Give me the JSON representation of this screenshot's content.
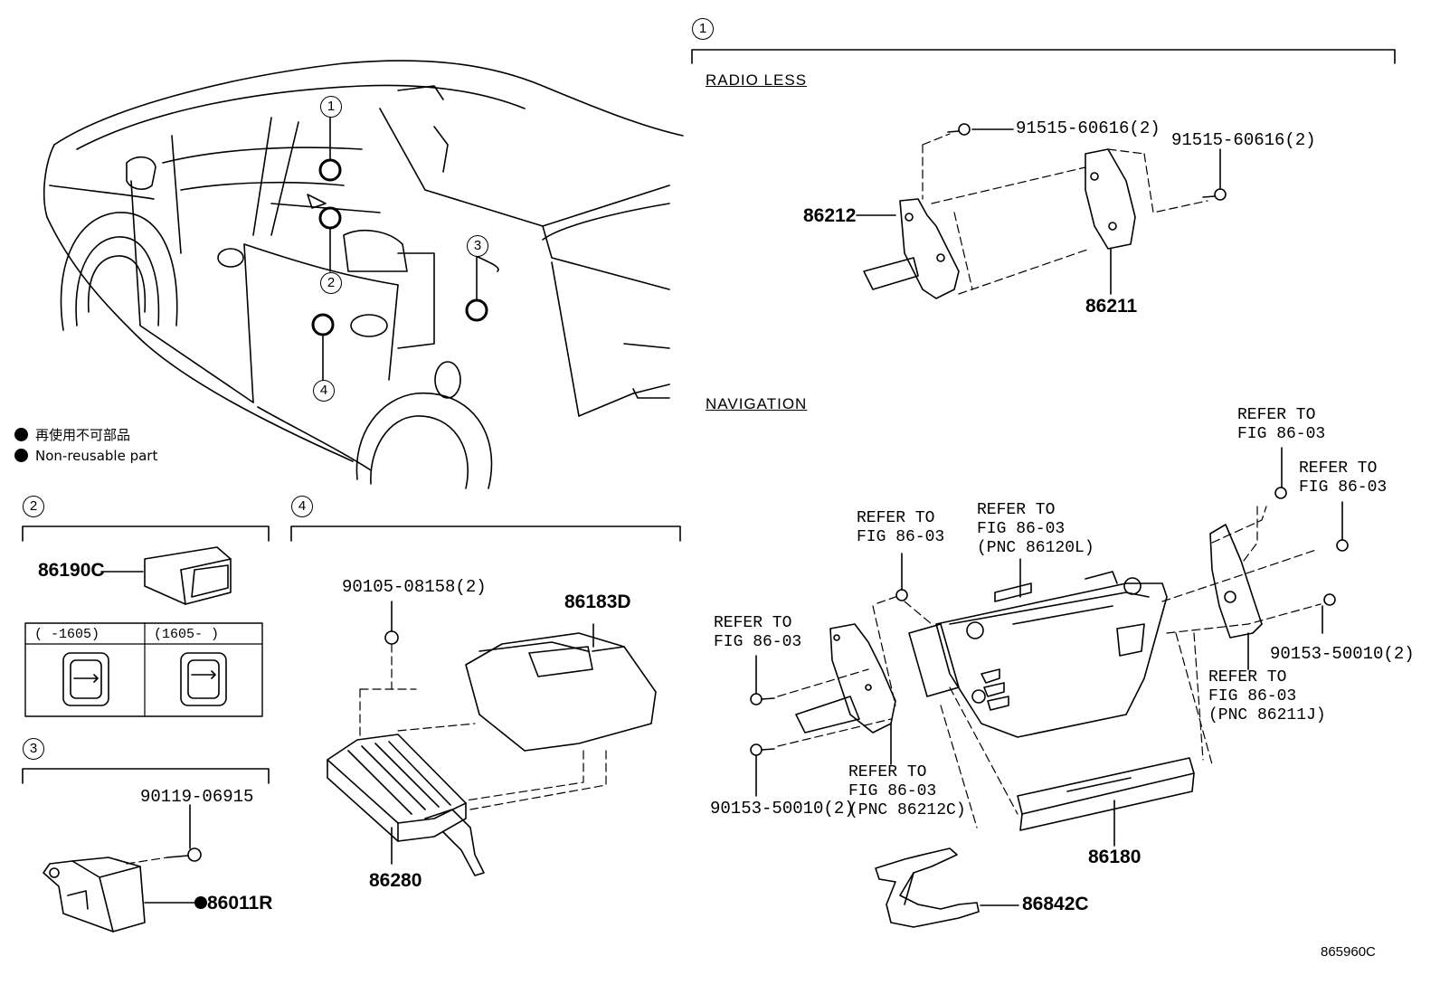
{
  "diagram_code": "865960C",
  "legend": {
    "items": [
      {
        "icon": "filled-dot-icon",
        "text": "再使用不可部品"
      },
      {
        "icon": "filled-dot-icon",
        "text": "Non-reusable part"
      }
    ]
  },
  "car_callouts": [
    "1",
    "2",
    "3",
    "4"
  ],
  "section1": {
    "number": "1",
    "radio_less": {
      "title": "RADIO LESS",
      "parts": {
        "screw_left": "91515-60616(2)",
        "screw_right": "91515-60616(2)",
        "bracket_left": "86212",
        "bracket_right": "86211"
      }
    },
    "navigation": {
      "title": "NAVIGATION",
      "refs": {
        "top_right_1": "REFER TO\nFIG 86-03",
        "top_right_2": "REFER TO\nFIG 86-03",
        "upper_mid": "REFER TO\nFIG 86-03",
        "upper_center": "REFER TO\nFIG 86-03\n(PNC 86120L)",
        "left": "REFER TO\nFIG 86-03",
        "lower_center": "REFER TO\nFIG 86-03\n(PNC 86212C)",
        "right": "REFER TO\nFIG 86-03\n(PNC 86211J)"
      },
      "parts": {
        "screw_left": "90153-50010(2)",
        "screw_right": "90153-50010(2)",
        "cover": "86180",
        "harness": "86842C"
      }
    }
  },
  "section2": {
    "number": "2",
    "part": "86190C",
    "table": {
      "col1": "(   -1605)",
      "col2": "(1605-    )"
    }
  },
  "section3": {
    "number": "3",
    "screw": "90119-06915",
    "part": "86011R"
  },
  "section4": {
    "number": "4",
    "screw": "90105-08158(2)",
    "cover": "86183D",
    "amplifier": "86280"
  }
}
